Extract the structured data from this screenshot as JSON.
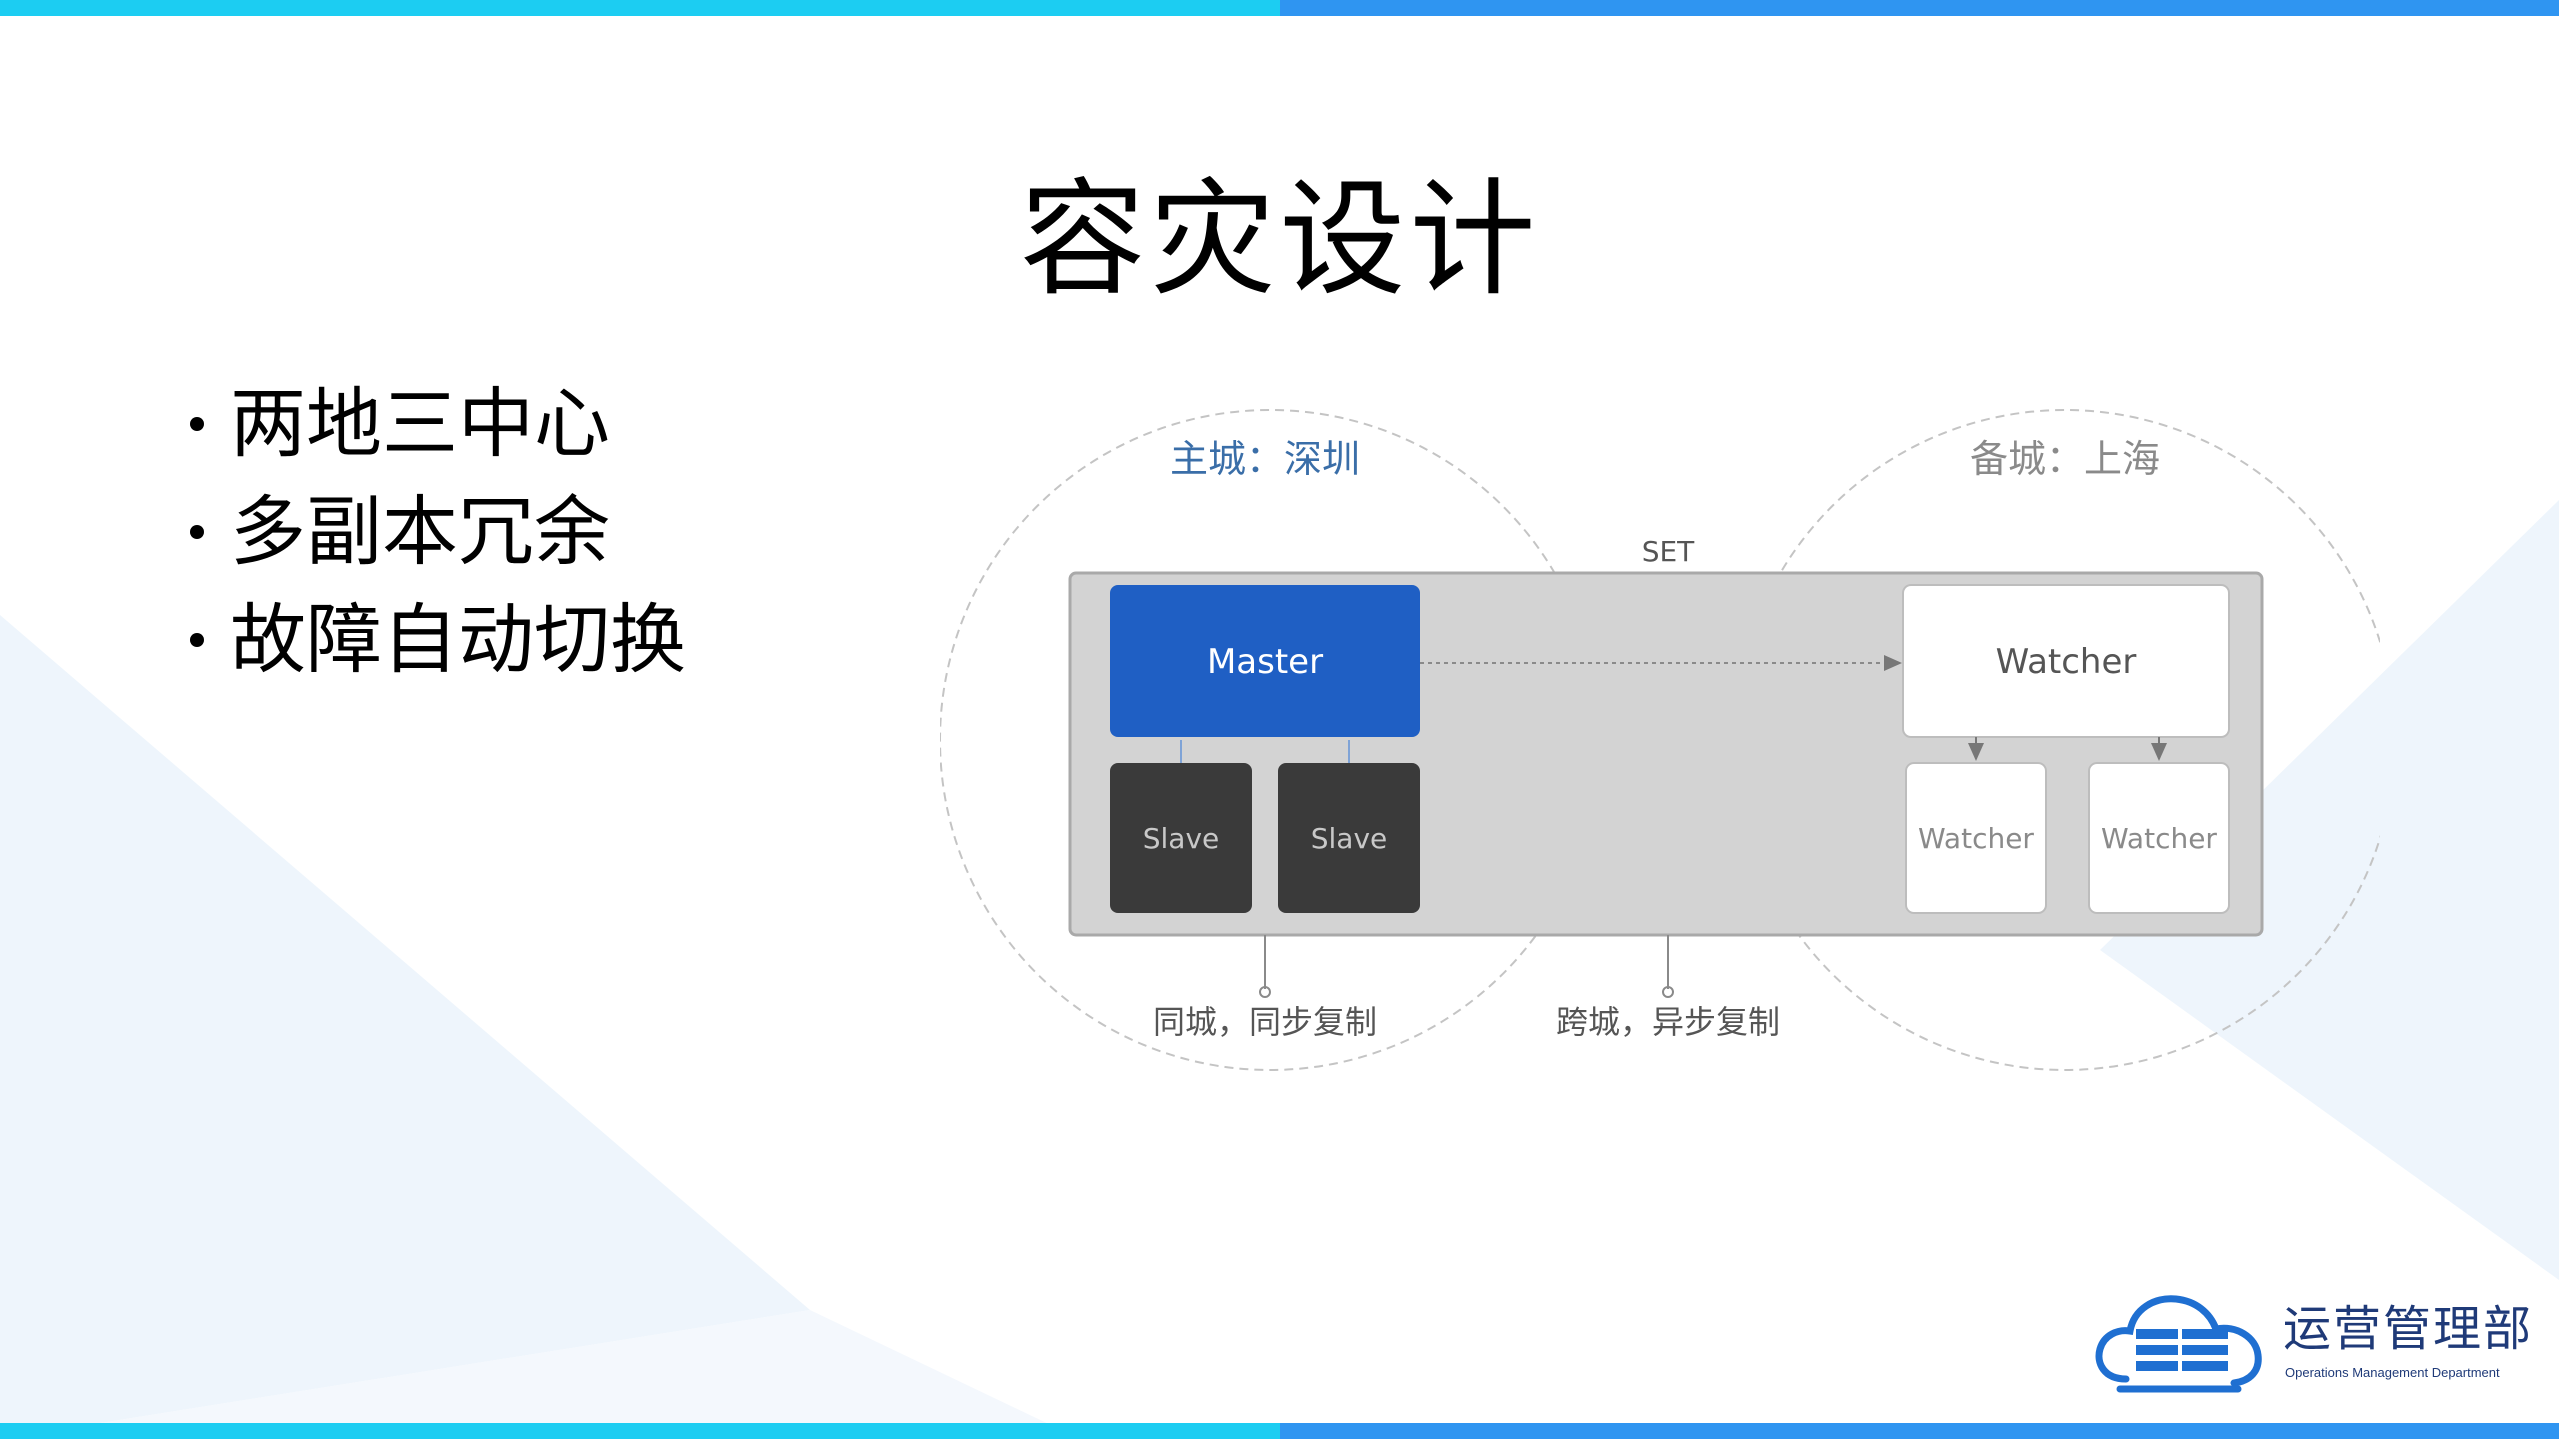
{
  "colors": {
    "bar_left": "#1ccdf2",
    "bar_right": "#2f95f1",
    "master": "#1f5fc4",
    "slave": "#3a3a3a",
    "set_bg": "#d3d3d3",
    "accent_blue": "#3a6ea8",
    "logo": "#1f6fd1"
  },
  "slide": {
    "title": "容灾设计",
    "bullets": [
      "两地三中心",
      "多副本冗余",
      "故障自动切换"
    ]
  },
  "diagram": {
    "primary_city": "主城：深圳",
    "backup_city": "备城：上海",
    "set_label": "SET",
    "master": "Master",
    "slaves": [
      "Slave",
      "Slave"
    ],
    "watcher_main": "Watcher",
    "watchers": [
      "Watcher",
      "Watcher"
    ],
    "sync_label": "同城，同步复制",
    "async_label": "跨城，异步复制"
  },
  "logo": {
    "icon": "cloud-server-icon",
    "name": "运营管理部",
    "subtitle": "Operations Management Department"
  }
}
